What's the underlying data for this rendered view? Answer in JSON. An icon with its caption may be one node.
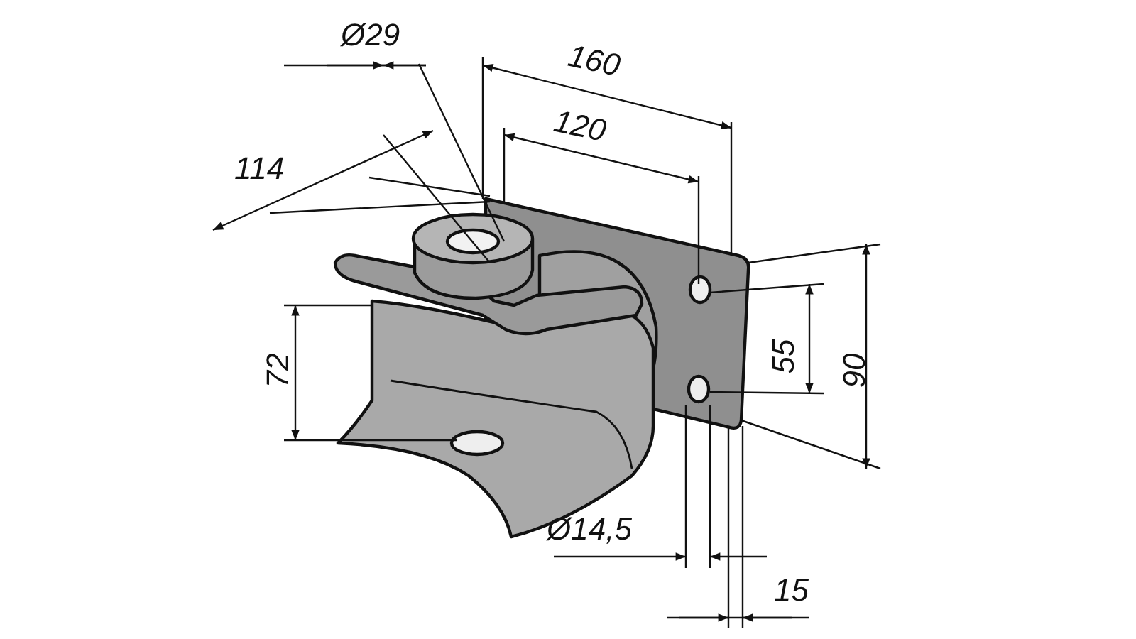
{
  "diagram": {
    "labels": [
      "Ø29",
      "160",
      "120",
      "114",
      "72",
      "55",
      "90",
      "Ø14,5",
      "15"
    ]
  }
}
